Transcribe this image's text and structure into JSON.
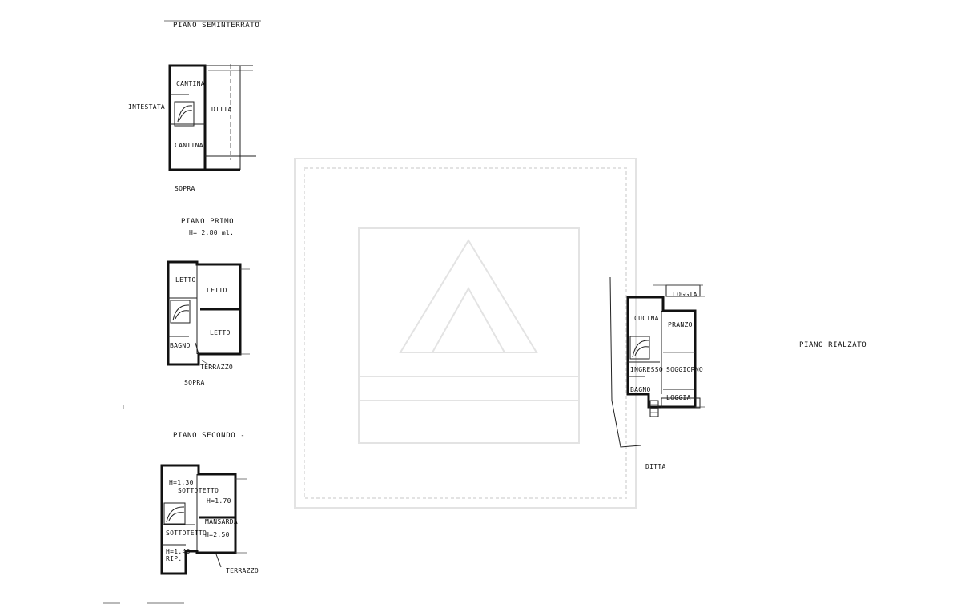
{
  "plans": {
    "semi": {
      "title": "PIANO SEMINTERRATO",
      "rooms": [
        "CANTINA",
        "CANTINA"
      ],
      "neighbor": "DITTA",
      "side_label": "INTESTATA",
      "below_label": "SOPRA"
    },
    "primo": {
      "title": "PIANO PRIMO",
      "height": "H= 2.80 ml.",
      "rooms": [
        "LETTO",
        "LETTO",
        "LETTO",
        "BAGNO",
        "TERRAZZO"
      ],
      "below_label": "SOPRA"
    },
    "secondo": {
      "title": "PIANO SECONDO -",
      "rooms": [
        "H=1.30",
        "SOTTOTETTO",
        "H=1.70",
        "MANSARDA",
        "SOTTOTETTO",
        "H=2.50",
        "H=1.40",
        "RIP.",
        "TERRAZZO"
      ]
    },
    "rialzato": {
      "title": "PIANO RIALZATO",
      "rooms": [
        "LOGGIA",
        "CUCINA",
        "PRANZO",
        "INGRESSO",
        "SOGGIORNO",
        "BAGNO",
        "LOGGIA"
      ],
      "neighbor": "DITTA"
    }
  }
}
